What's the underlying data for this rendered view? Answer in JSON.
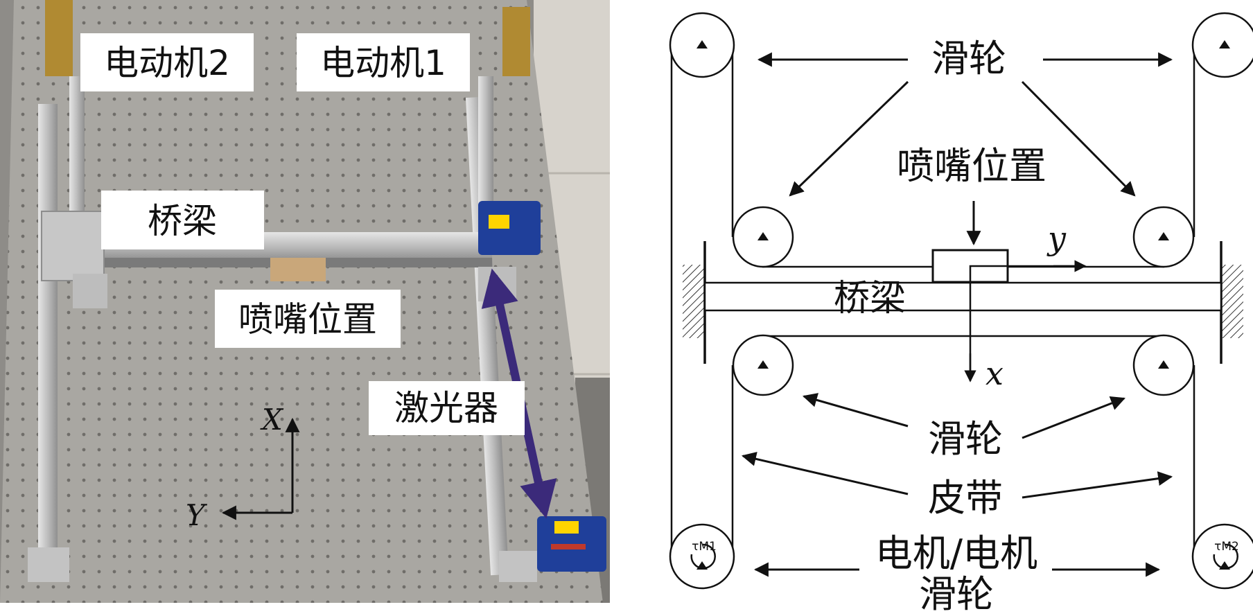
{
  "left_photo": {
    "labels": {
      "motor2": "电动机2",
      "motor1": "电动机1",
      "bridge": "桥梁",
      "nozzle": "喷嘴位置",
      "laser": "激光器"
    },
    "axes": {
      "x": "X",
      "y": "Y"
    }
  },
  "right_diagram": {
    "labels": {
      "pulley_top": "滑轮",
      "nozzle": "喷嘴位置",
      "bridge": "桥梁",
      "pulley_mid": "滑轮",
      "belt": "皮带",
      "motor_line1": "电机/电机",
      "motor_line2": "滑轮"
    },
    "axes": {
      "x": "x",
      "y": "y"
    },
    "motor_marks": {
      "left": "τM1",
      "right": "τM2"
    }
  },
  "colors": {
    "laser_arrow": "#3b2a7a",
    "table_surface": "#a9a7a2",
    "laser_body": "#1f3f9a"
  }
}
